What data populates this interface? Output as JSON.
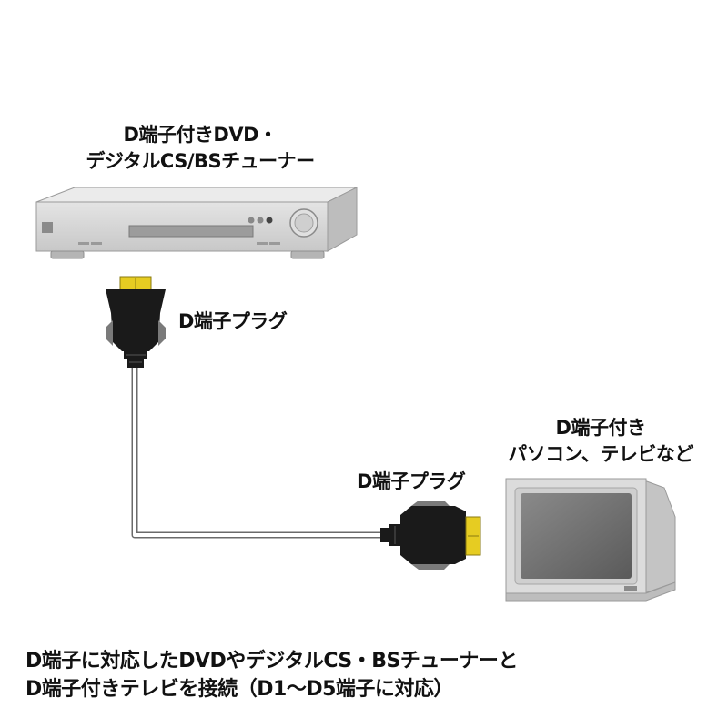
{
  "source_device": {
    "label_line1": "D端子付きDVD・",
    "label_line2": "デジタルCS/BSチューナー"
  },
  "plug_top": {
    "label": "D端子プラグ"
  },
  "plug_bottom": {
    "label": "D端子プラグ"
  },
  "target_device": {
    "label_line1": "D端子付き",
    "label_line2": "パソコン、テレビなど"
  },
  "caption": {
    "line1": "D端子に対応したDVDやデジタルCS・BSチューナーと",
    "line2": "D端子付きテレビを接続（D1〜D5端子に対応）"
  },
  "colors": {
    "device_body": "#d6d6d6",
    "plug_body": "#1a1a1a",
    "plug_pins": "#e8d020",
    "cable": "#ffffff",
    "screen": "#6e6e6e"
  }
}
